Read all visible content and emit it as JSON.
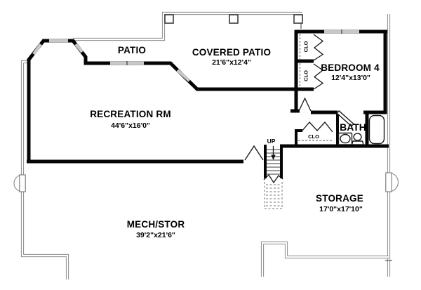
{
  "plan": {
    "type": "basement-floor-plan",
    "labels": {
      "patio": "PATIO",
      "covered_patio": "COVERED PATIO",
      "covered_patio_dims": "21'6\"x12'4\"",
      "bedroom": "BEDROOM 4",
      "bedroom_dims": "12'4\"x13'0\"",
      "recreation": "RECREATION RM",
      "recreation_dims": "44'6\"x16'0\"",
      "bath": "BATH",
      "storage": "STORAGE",
      "storage_dims": "17'0\"x17'10\"",
      "mech": "MECH/STOR",
      "mech_dims": "39'2\"x21'6\"",
      "up": "UP",
      "closet_bedroom_top": "CLO",
      "closet_bedroom_bottom": "CLO",
      "closet_hall": "CLO"
    },
    "colors": {
      "wall": "#050505",
      "foundation_line": "#8a8a8a",
      "window": "#c8c8c8",
      "background": "#ffffff",
      "text": "#000000"
    }
  }
}
